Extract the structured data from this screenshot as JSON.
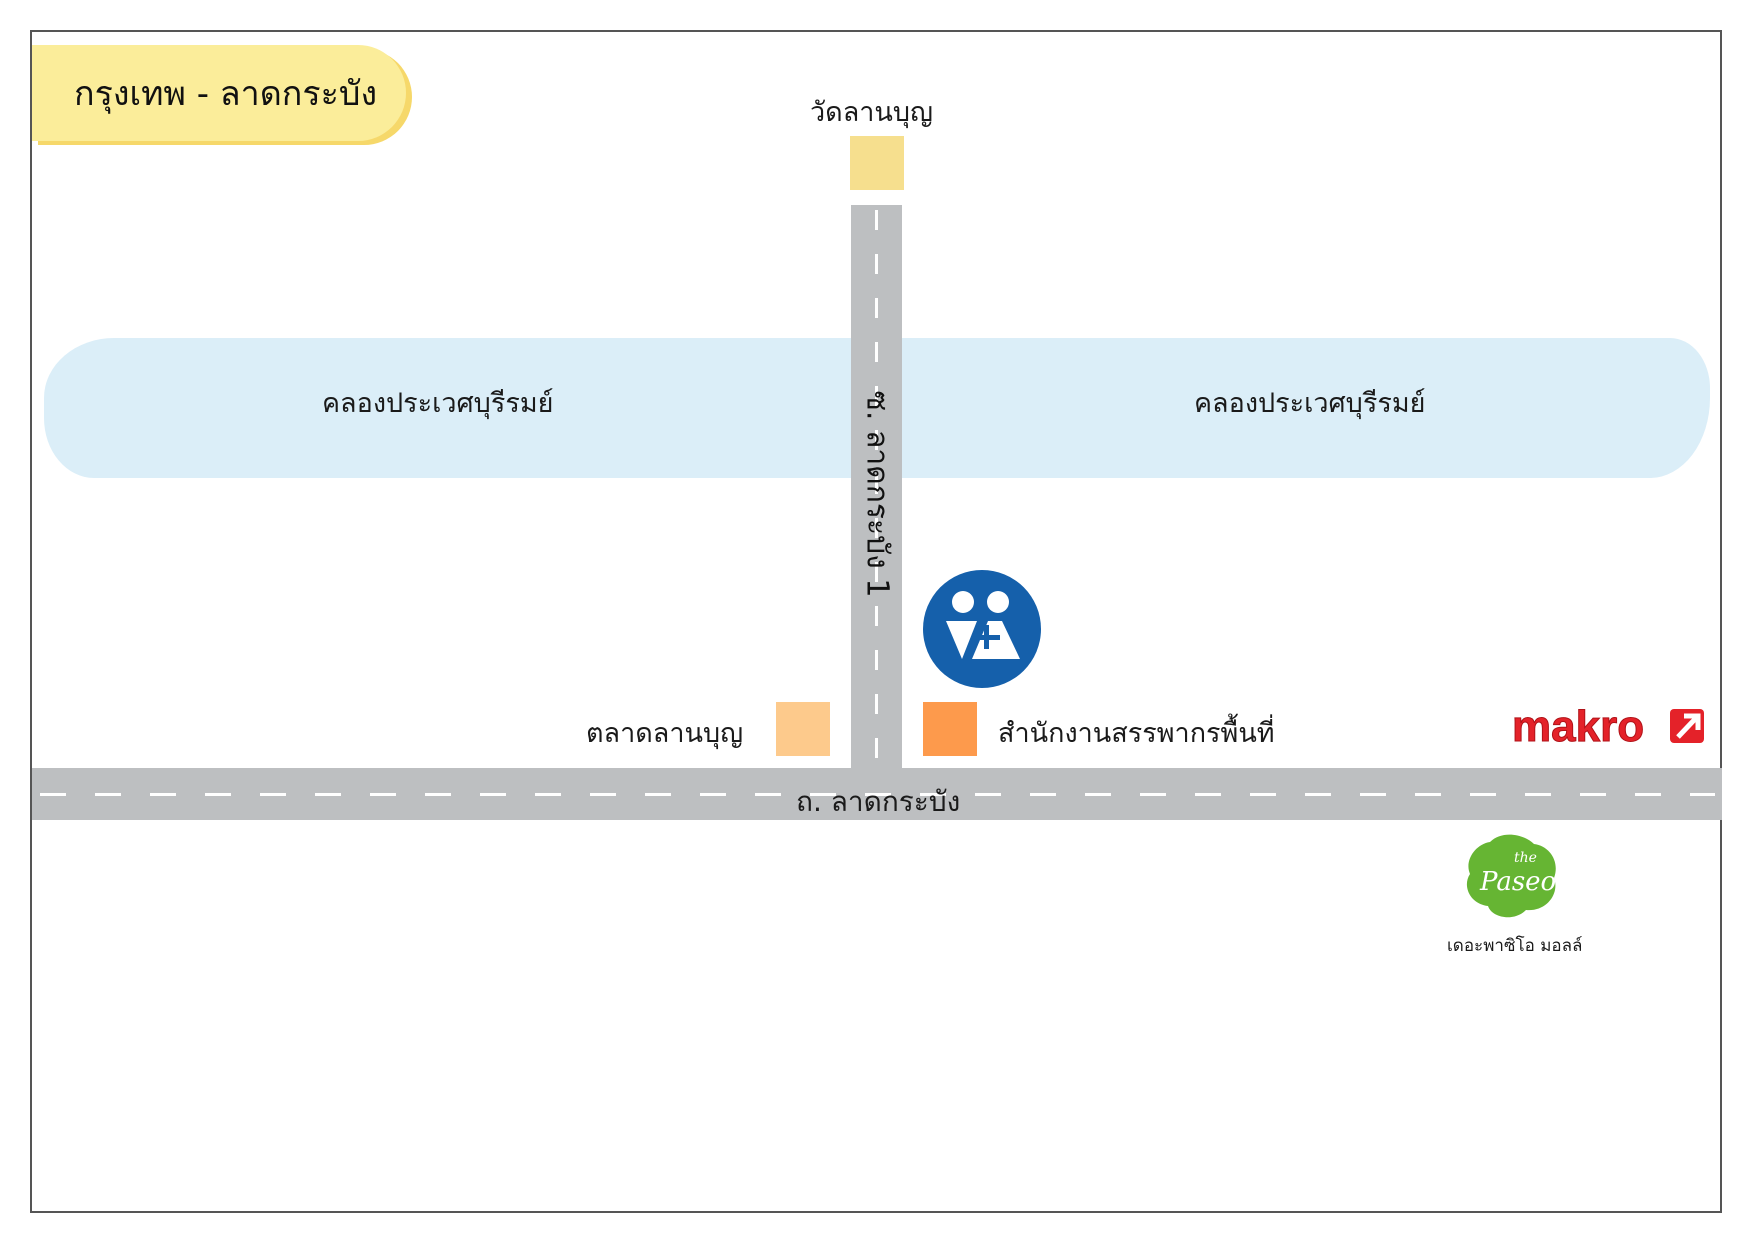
{
  "title": "กรุงเทพ - ลาดกระบัง",
  "temple": {
    "label": "วัดลานบุญ",
    "color": "#f6df8e"
  },
  "canal": {
    "label_left": "คลองประเวศบุรีรมย์",
    "label_right": "คลองประเวศบุรีรมย์",
    "color": "#dbeef8"
  },
  "roads": {
    "vertical": "ซ. ลาดกระบัง 1",
    "horizontal": "ถ. ลาดกระบัง",
    "color": "#bdbfc1"
  },
  "market": {
    "label": "ตลาดลานบุญ",
    "color": "#fdca8c"
  },
  "revenue_office": {
    "label": "สำนักงานสรรพากรพื้นที่",
    "color": "#fd9a4c"
  },
  "location_marker": {
    "icon": "revenue-department-logo-icon",
    "color": "#1560ab"
  },
  "makro": {
    "logo_text": "makro",
    "color": "#e42229"
  },
  "paseo": {
    "logo_text_small": "the",
    "logo_text": "Paseo",
    "caption": "เดอะพาซิโอ มอลล์",
    "color": "#66b533"
  }
}
